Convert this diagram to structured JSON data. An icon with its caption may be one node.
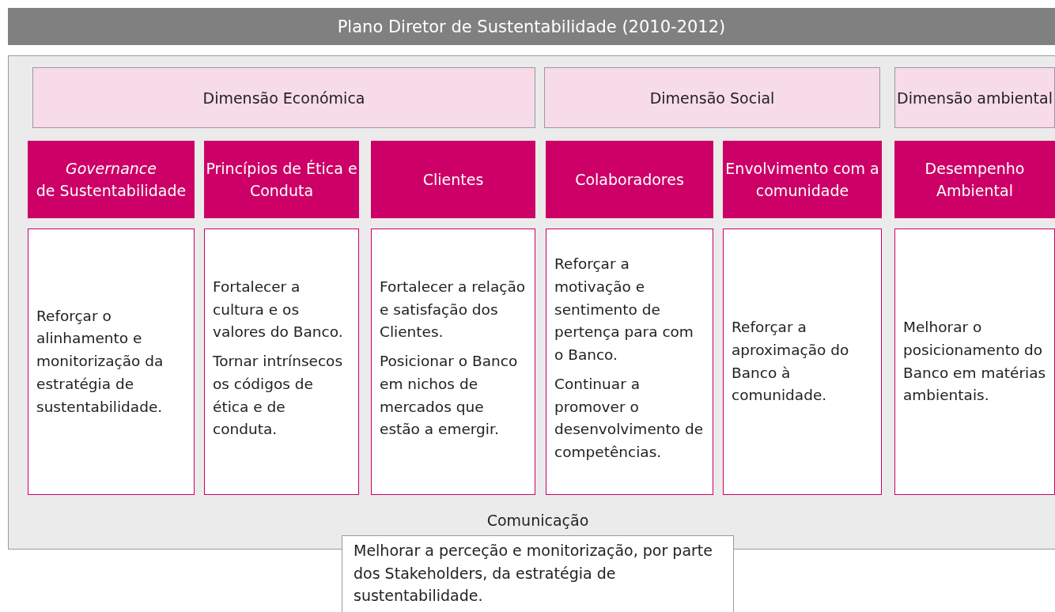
{
  "diagram": {
    "title": "Plano Diretor de Sustentabilidade (2010-2012)",
    "nodes": [
      {
        "text": [
          "Dimensão Económica"
        ]
      },
      {
        "text": [
          "Dimensão Social"
        ]
      },
      {
        "text": [
          "Dimensão ambiental"
        ]
      },
      {
        "text": [
          "*Governance* de Sustentabilidade"
        ]
      },
      {
        "text": [
          "Princípios de Ética e Conduta"
        ]
      },
      {
        "text": [
          "Clientes"
        ]
      },
      {
        "text": [
          "Colaboradores"
        ]
      },
      {
        "text": [
          "Envolvimento com a comunidade"
        ]
      },
      {
        "text": [
          "Desempenho Ambiental"
        ]
      },
      {
        "text": [
          "Reforçar o alinhamento e monitorização da estratégia de sustentabilidade."
        ]
      },
      {
        "text": [
          "Fortalecer a cultura e os valores do Banco.",
          "Tornar intrínsecos os códigos de ética e de conduta."
        ]
      },
      {
        "text": [
          "Fortalecer a relação e satisfação dos Clientes.",
          "Posicionar o Banco em nichos de mercados que estão a emergir."
        ]
      },
      {
        "text": [
          "Reforçar a motivação e sentimento de pertença para com o Banco.",
          "Continuar a promover o desenvolvimento de competências."
        ]
      },
      {
        "text": [
          "Reforçar a aproximação do Banco à comunidade."
        ]
      },
      {
        "text": [
          "Melhorar o posicionamento do Banco em matérias ambientais."
        ]
      },
      {
        "text": [
          "Comunicação",
          "Melhorar a perceção e monitorização, por parte dos Stakeholders, da estratégia de sustentabilidade."
        ]
      }
    ]
  }
}
